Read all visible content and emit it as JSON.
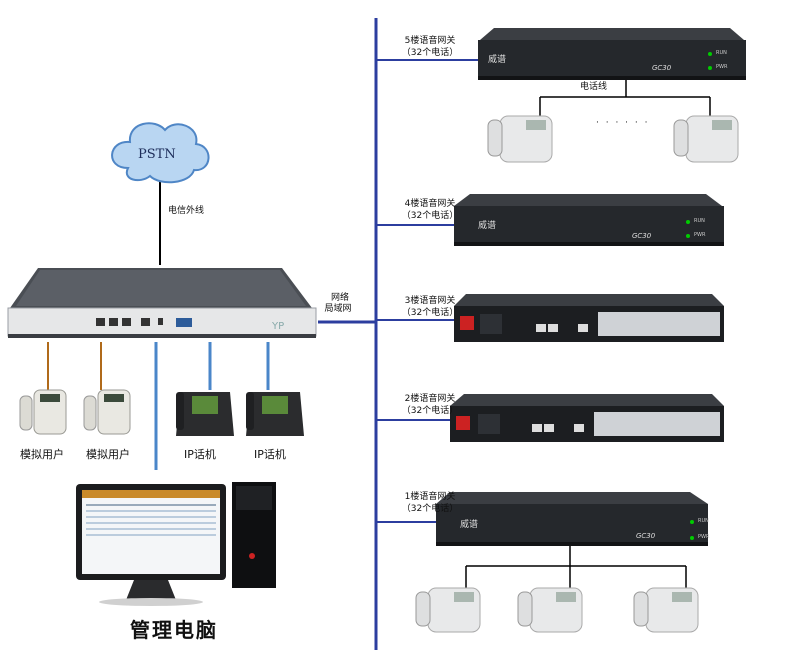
{
  "cloud": {
    "label": "PSTN"
  },
  "labels": {
    "trunk_line": "电信外线",
    "network": "网络",
    "lan": "局域网",
    "phone_line": "电话线",
    "dots": "· · · · · ·",
    "management_pc": "管理电脑"
  },
  "gateways": [
    {
      "floor_label": "5楼语音网关",
      "phones_label": "（32个电话）",
      "brand": "威谱",
      "model": "GC30",
      "run": "RUN",
      "pwr": "PWR"
    },
    {
      "floor_label": "4楼语音网关",
      "phones_label": "（32个电话）",
      "brand": "威谱",
      "model": "GC30",
      "run": "RUN",
      "pwr": "PWR"
    },
    {
      "floor_label": "3楼语音网关",
      "phones_label": "（32个电话）"
    },
    {
      "floor_label": "2楼语音网关",
      "phones_label": "（32个电话）"
    },
    {
      "floor_label": "1楼语音网关",
      "phones_label": "（32个电话）",
      "brand": "威谱",
      "model": "GC30",
      "run": "RUN",
      "pwr": "PWR"
    }
  ],
  "endpoints": [
    {
      "label": "模拟用户"
    },
    {
      "label": "模拟用户"
    },
    {
      "label": "IP话机"
    },
    {
      "label": "IP话机"
    }
  ],
  "colors": {
    "link_blue": "#2c3e9f",
    "device_body": "#2f3236",
    "analog_link": "#b06a1a",
    "ip_link": "#4a86c9",
    "line_black": "#000000"
  }
}
